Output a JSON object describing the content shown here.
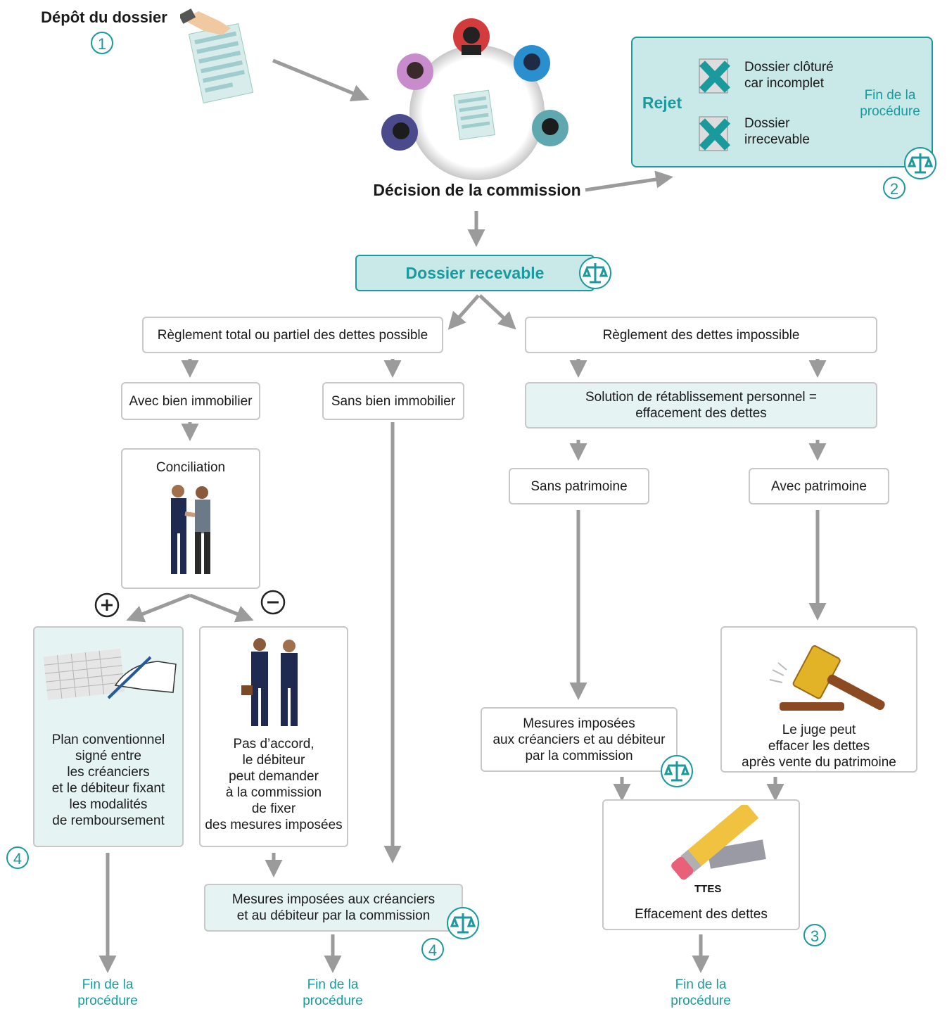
{
  "deposit": {
    "title": "Dépôt du dossier",
    "step": "1"
  },
  "commission": {
    "label": "Décision de la commission"
  },
  "rejet": {
    "title": "Rejet",
    "item1": "Dossier clôturé\ncar incomplet",
    "item2": "Dossier\nirrecevable",
    "end": "Fin de la\nprocédure",
    "step": "2"
  },
  "recevable": {
    "label": "Dossier recevable"
  },
  "left_branch": {
    "header": "Règlement total ou partiel des dettes possible",
    "avec_bien": "Avec bien immobilier",
    "sans_bien": "Sans bien immobilier",
    "conciliation": "Conciliation",
    "plus_symbol": "+",
    "minus_symbol": "−",
    "plan": "Plan conventionnel\nsigné entre\nles créanciers\net le débiteur fixant\nles modalités\nde remboursement",
    "plan_step": "4",
    "pas_accord": "Pas d’accord,\nle débiteur\npeut demander\nà la commission\nde fixer\ndes mesures imposées",
    "mesures": "Mesures imposées aux créanciers\net au débiteur par la commission",
    "mesures_step": "4",
    "end1": "Fin de la\nprocédure",
    "end2": "Fin de la\nprocédure"
  },
  "right_branch": {
    "header": "Règlement des dettes impossible",
    "solution": "Solution de rétablissement personnel =\neffacement des dettes",
    "sans_patrimoine": "Sans patrimoine",
    "avec_patrimoine": "Avec patrimoine",
    "mesures": "Mesures imposées\naux créanciers et au débiteur\npar la commission",
    "juge": "Le juge peut\neffacer les dettes\naprès vente du patrimoine",
    "effacement": "Effacement des dettes",
    "effacement_word": "TTES",
    "effacement_step": "3",
    "end": "Fin de la\nprocédure"
  },
  "colors": {
    "teal": "#1b9a9e",
    "teal_fill": "#c9e8e8",
    "light_fill": "#e6f3f3",
    "arrow": "#9b9b9b",
    "border": "#c8c8c8"
  },
  "icons": [
    "hand-document-icon",
    "meeting-table-icon",
    "reject-x-icon",
    "justice-scale-icon",
    "handshake-icon",
    "signing-hand-icon",
    "business-men-icon",
    "gavel-icon",
    "eraser-pencil-icon"
  ]
}
